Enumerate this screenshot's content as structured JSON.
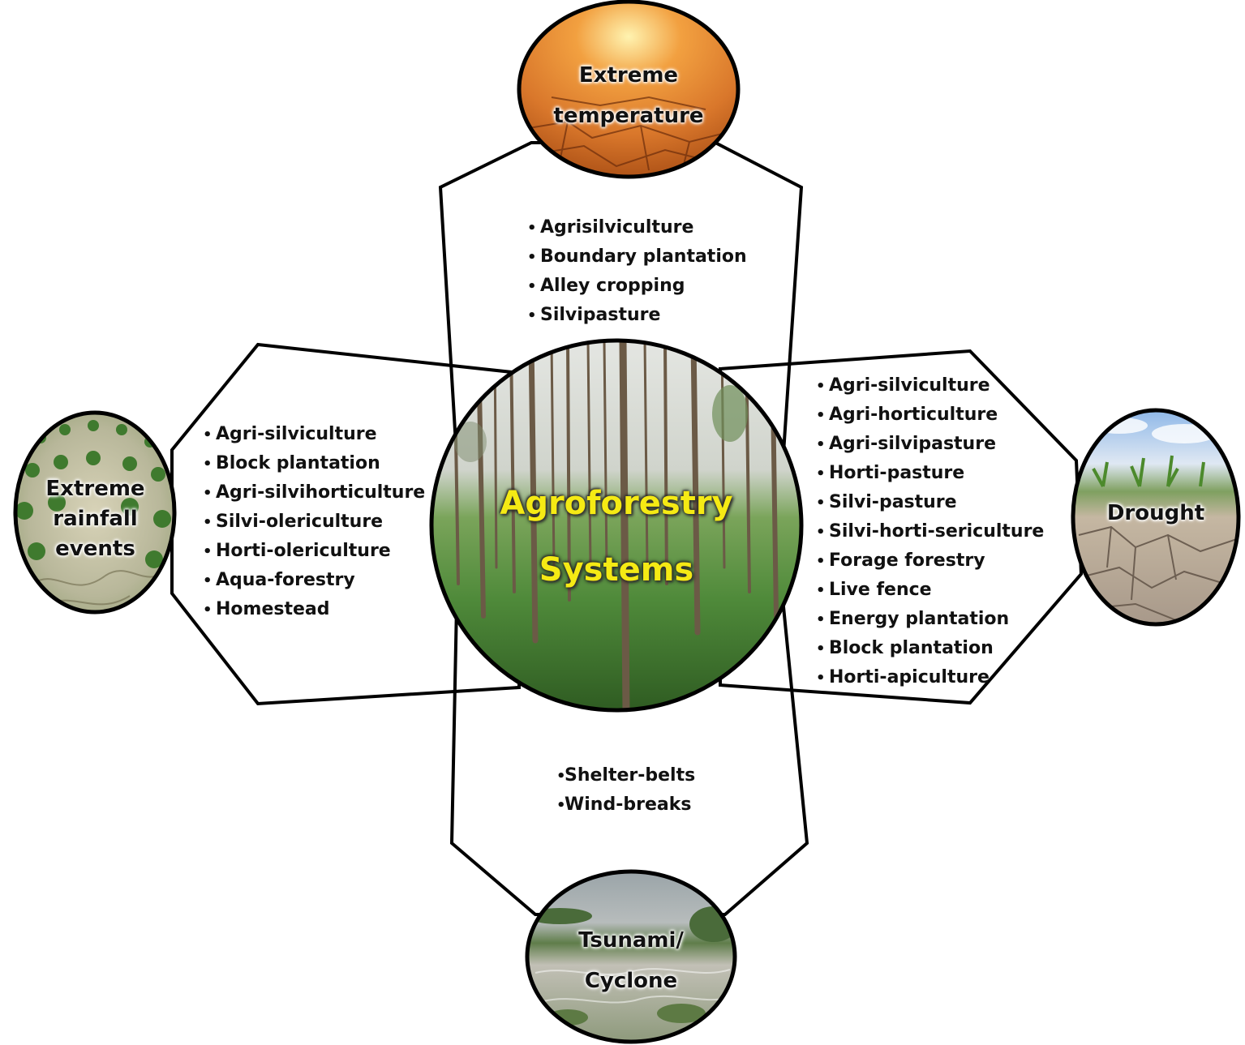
{
  "center": {
    "title_line1": "Agroforestry",
    "title_line2": "Systems"
  },
  "hazards": {
    "temperature": {
      "line1": "Extreme",
      "line2": "temperature"
    },
    "rainfall": {
      "line1": "Extreme",
      "line2": "rainfall",
      "line3": "events"
    },
    "drought": {
      "line1": "Drought"
    },
    "tsunami": {
      "line1": "Tsunami/",
      "line2": "Cyclone"
    }
  },
  "lists": {
    "top": [
      "Agrisilviculture",
      "Boundary plantation",
      "Alley cropping",
      "Silvipasture"
    ],
    "left": [
      "Agri-silviculture",
      "Block plantation",
      "Agri-silvihorticulture",
      "Silvi-olericulture",
      "Horti-olericulture",
      "Aqua-forestry",
      "Homestead"
    ],
    "right": [
      "Agri-silviculture",
      "Agri-horticulture",
      "Agri-silvipasture",
      "Horti-pasture",
      "Silvi-pasture",
      "Silvi-horti-sericulture",
      "Forage forestry",
      "Live fence",
      "Energy plantation",
      "Block plantation",
      "Horti-apiculture"
    ],
    "bottom": [
      "Shelter-belts",
      "Wind-breaks"
    ]
  },
  "bullet": "•",
  "colors": {
    "title_yellow": "#f5ea14",
    "outline": "#000000",
    "dry_soil": "#d9772b",
    "field_green": "#4f8a3a",
    "flood_water": "#b9b8a8",
    "cracked_earth": "#b8aa98"
  },
  "icons": {
    "temperature": "cracked-dry-soil-image",
    "rainfall": "flooded-crop-field-image",
    "drought": "cracked-earth-image",
    "tsunami": "flooded-plain-image",
    "center": "poplar-plantation-image"
  }
}
